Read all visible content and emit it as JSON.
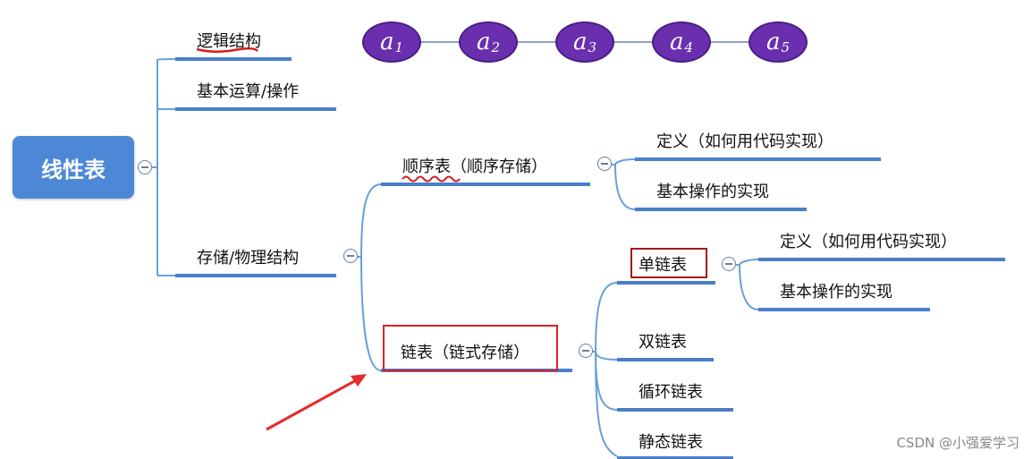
{
  "root": {
    "label": "线性表"
  },
  "branches": {
    "logical": "逻辑结构",
    "basic_ops": "基本运算/操作",
    "storage": "存储/物理结构"
  },
  "storage": {
    "sequential": "顺序表（顺序存储）",
    "linked": "链表（链式存储）"
  },
  "sequential_children": [
    "定义（如何用代码实现）",
    "基本操作的实现"
  ],
  "linked_children": [
    "单链表",
    "双链表",
    "循环链表",
    "静态链表"
  ],
  "single_linked_children": [
    "定义（如何用代码实现）",
    "基本操作的实现"
  ],
  "sequence_nodes": [
    {
      "base": "a",
      "sub": "1"
    },
    {
      "base": "a",
      "sub": "2"
    },
    {
      "base": "a",
      "sub": "3"
    },
    {
      "base": "a",
      "sub": "4"
    },
    {
      "base": "a",
      "sub": "5"
    }
  ],
  "watermark": "CSDN @小强爱学习",
  "colors": {
    "root_fill": "#4d88d6",
    "connector": "#6a9fd8",
    "underline": "#4a7fc8",
    "node_fill": "#6a2fae",
    "highlight_box": "#e02020",
    "annotation_arrow": "#e52b2b"
  }
}
